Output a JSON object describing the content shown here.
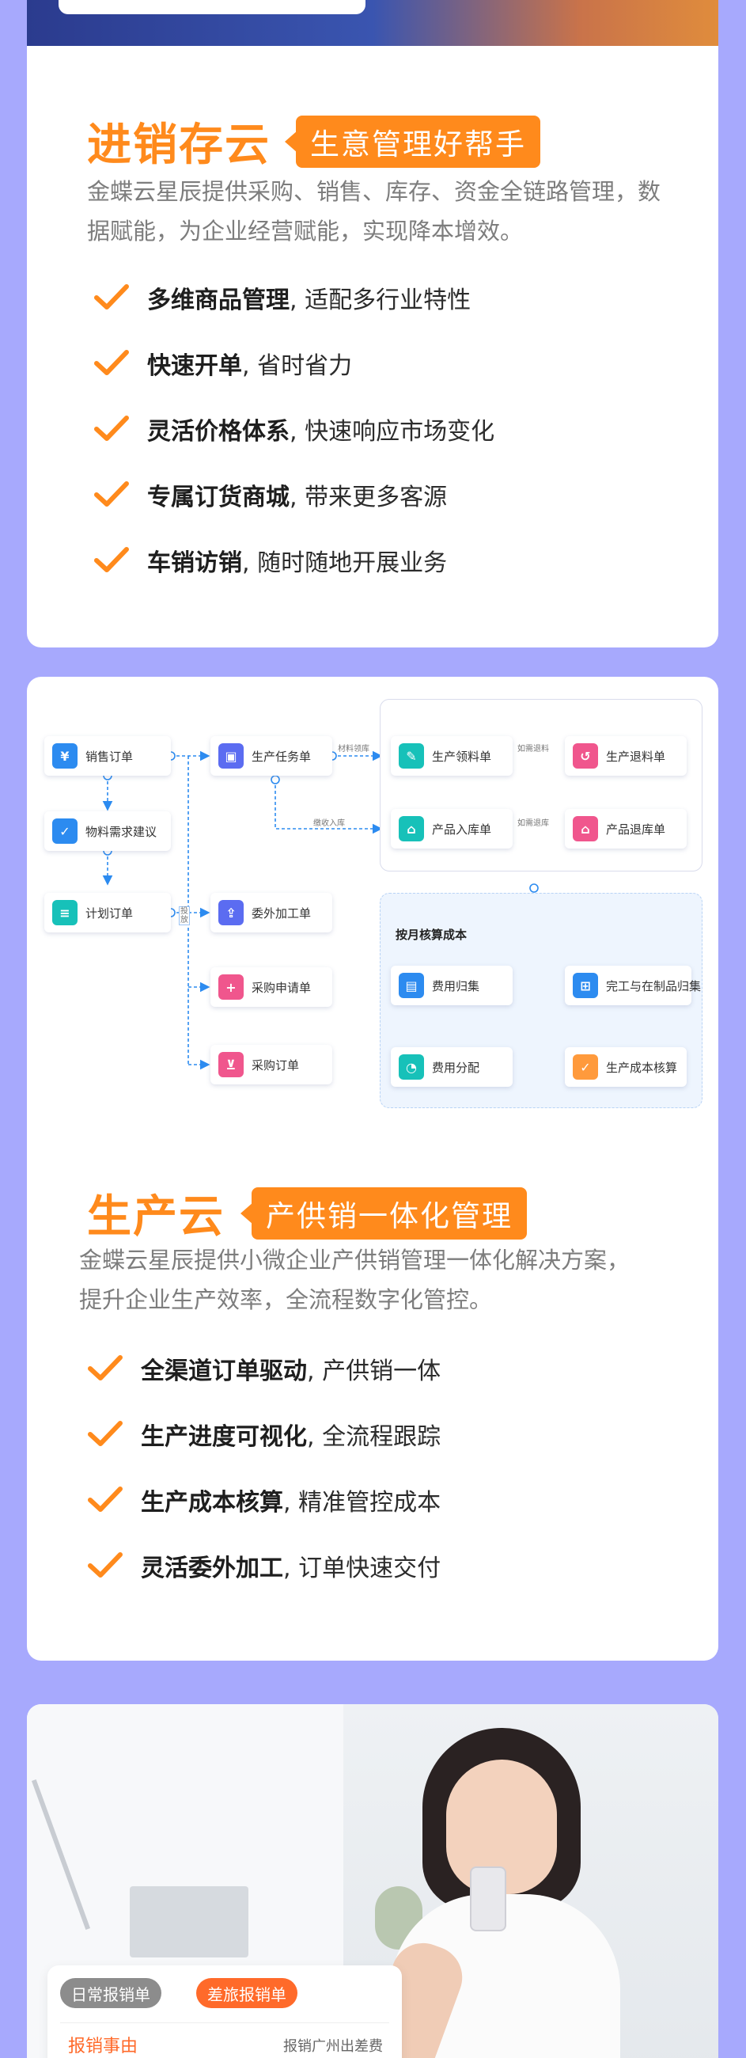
{
  "section1": {
    "title": "进销存云",
    "badge": "生意管理好帮手",
    "desc_line1": "金蝶云星辰提供采购、销售、库存、资金全链路管理，数",
    "desc_line2": "据赋能，为企业经营赋能，实现降本增效。",
    "features": [
      {
        "bold": "多维商品管理",
        "rest": ", 适配多行业特性"
      },
      {
        "bold": "快速开单",
        "rest": ", 省时省力"
      },
      {
        "bold": "灵活价格体系",
        "rest": ", 快速响应市场变化"
      },
      {
        "bold": "专属订货商城",
        "rest": ", 带来更多客源"
      },
      {
        "bold": "车销访销",
        "rest": ", 随时随地开展业务"
      }
    ]
  },
  "flow": {
    "nodes": {
      "sales_order": "销售订单",
      "material_suggestion": "物料需求建议",
      "plan_order": "计划订单",
      "production_task": "生产任务单",
      "outsource": "委外加工单",
      "purchase_request": "采购申请单",
      "purchase_order": "采购订单",
      "material_pick": "生产领料单",
      "material_return": "生产退料单",
      "product_inbound": "产品入库单",
      "product_return": "产品退库单",
      "expense_collect": "费用归集",
      "expense_alloc": "费用分配",
      "wip_collect": "完工与在制品归集",
      "cost_calc": "生产成本核算"
    },
    "group_title": "按月核算成本",
    "edge_labels": {
      "pick_out": "材料领库",
      "excess_pick": "如需退料",
      "stock_in": "缴收入库",
      "excess_return": "如需退库",
      "transfer": "投放"
    },
    "colors": {
      "blue": "#2c8bf0",
      "teal": "#17c1b9",
      "indigo": "#5b6cf1",
      "pink": "#f0568d",
      "orange": "#ff9a3c"
    }
  },
  "section2": {
    "title": "生产云",
    "badge": "产供销一体化管理",
    "desc_line1": "金蝶云星辰提供小微企业产供销管理一体化解决方案，",
    "desc_line2": "提升企业生产效率，全流程数字化管控。",
    "features": [
      {
        "bold": "全渠道订单驱动",
        "rest": ", 产供销一体"
      },
      {
        "bold": "生产进度可视化",
        "rest": ", 全流程跟踪"
      },
      {
        "bold": "生产成本核算",
        "rest": ", 精准管控成本"
      },
      {
        "bold": "灵活委外加工",
        "rest": ", 订单快速交付"
      }
    ]
  },
  "section3": {
    "tabs": [
      "日常报销单",
      "差旅报销单"
    ],
    "label": "报销事由",
    "value": "报销广州出差费"
  },
  "colors": {
    "accent": "#ff8a1c",
    "background": "#a7a9fd"
  }
}
